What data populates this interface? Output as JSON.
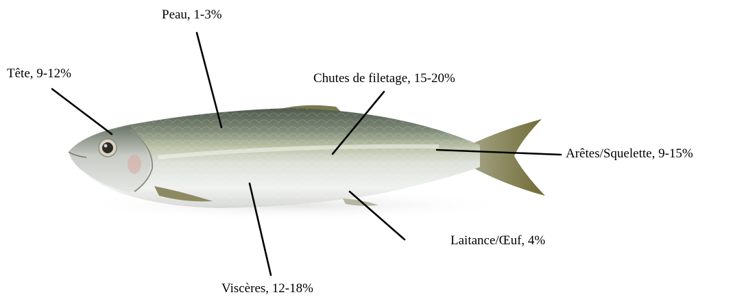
{
  "labels": {
    "skin": "Peau, 1-3%",
    "head": "Tête, 9-12%",
    "trimmings": "Chutes de filetage, 15-20%",
    "bones": "Arêtes/Squelette, 9-15%",
    "roe": "Laitance/Œuf, 4%",
    "viscera": "Viscères, 12-18%"
  },
  "colors": {
    "line": "#000000",
    "back": "#5f6a5a",
    "belly": "#eef0ee",
    "fin": "#8a8a4a"
  }
}
